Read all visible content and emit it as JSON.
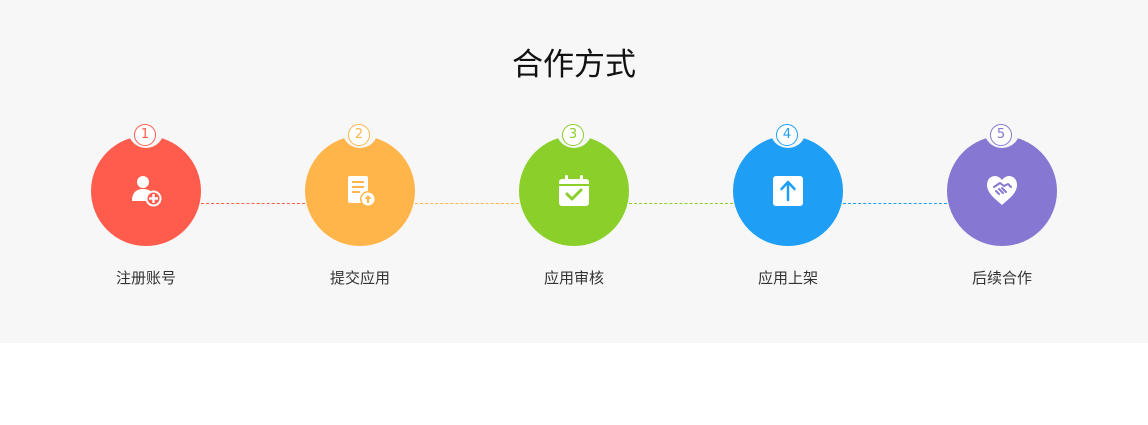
{
  "section": {
    "title": "合作方式"
  },
  "steps": [
    {
      "number": "1",
      "label": "注册账号",
      "icon": "add-user-icon",
      "color": "#ff5c4d"
    },
    {
      "number": "2",
      "label": "提交应用",
      "icon": "document-upload-icon",
      "color": "#ffb54a"
    },
    {
      "number": "3",
      "label": "应用审核",
      "icon": "calendar-check-icon",
      "color": "#8acf2a"
    },
    {
      "number": "4",
      "label": "应用上架",
      "icon": "upload-arrow-icon",
      "color": "#1e9ff5"
    },
    {
      "number": "5",
      "label": "后续合作",
      "icon": "handshake-heart-icon",
      "color": "#8677d2"
    }
  ]
}
